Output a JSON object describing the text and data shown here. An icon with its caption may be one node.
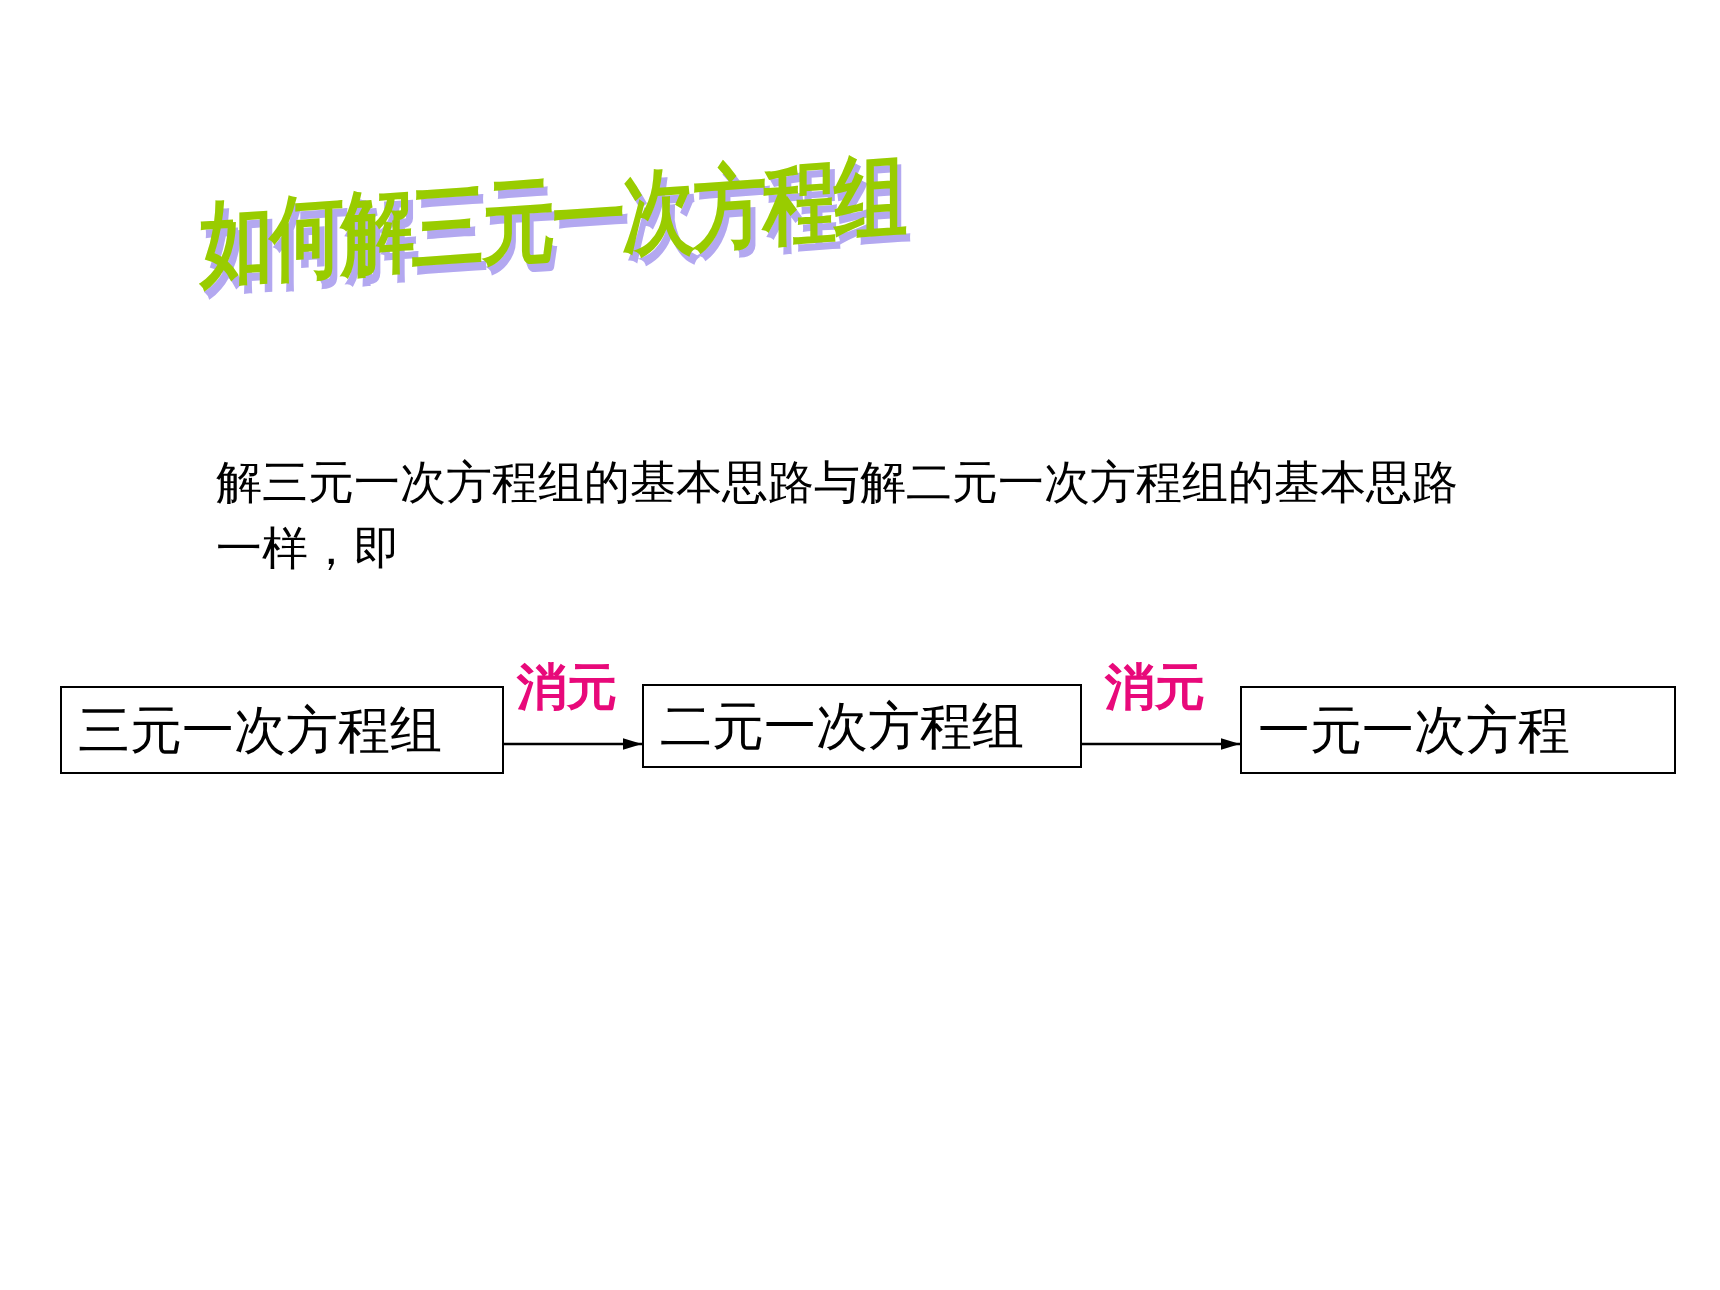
{
  "diagram": {
    "title": "如何解三元一次方程组",
    "nodes": [
      {
        "text": [
          "三元一次方程组"
        ]
      },
      {
        "text": [
          "二元一次方程组"
        ]
      },
      {
        "text": [
          "一元一次方程"
        ]
      }
    ],
    "edges": [
      {
        "from": 0,
        "to": 1,
        "arrow": "to",
        "label": "消元"
      },
      {
        "from": 1,
        "to": 2,
        "arrow": "to",
        "label": "消元"
      }
    ],
    "labels": [
      "解三元一次方程组的基本思路与解二元一次方程组的基本思路一样，即"
    ]
  }
}
